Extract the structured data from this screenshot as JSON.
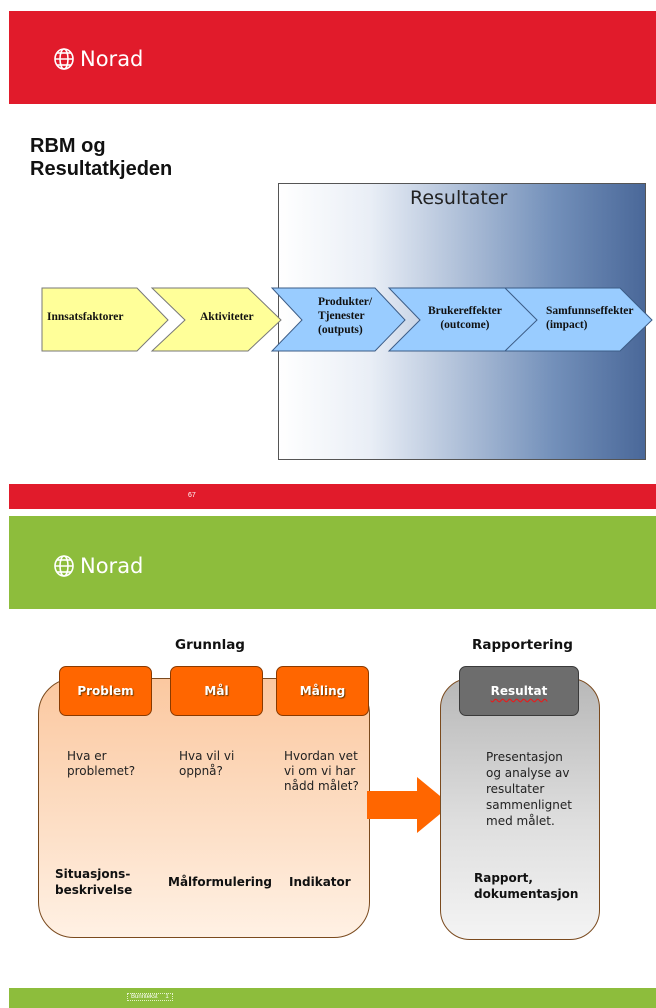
{
  "slide1": {
    "brand": "Norad",
    "title_line1": "RBM og",
    "title_line2": "Resultatkjeden",
    "results_label": "Resultater",
    "chain": [
      {
        "label": "Innsatsfaktorer"
      },
      {
        "label": "Aktiviteter"
      },
      {
        "label": "Produkter/\nTjenester\n(outputs)"
      },
      {
        "label": "Brukereffekter\n(outcome)"
      },
      {
        "label": "Samfunnseffekter\n(impact)"
      }
    ],
    "footer_number": "67",
    "colors": {
      "brand_red": "#e11b2b",
      "yellow": "#ffff99",
      "blue": "#99ccff",
      "gradient_dark": "#4a6899"
    }
  },
  "slide2": {
    "brand": "Norad",
    "left_heading": "Grunnlag",
    "right_heading": "Rapportering",
    "tabs": [
      {
        "label": "Problem",
        "question": "Hva er\nproblemet?",
        "bottom": "Situasjons-\nbeskrivelse"
      },
      {
        "label": "Mål",
        "question": "Hva vil vi\noppnå?",
        "bottom": "Målformulering"
      },
      {
        "label": "Måling",
        "question": "Hvordan vet\nvi om vi har\nnådd målet?",
        "bottom": "Indikator"
      }
    ],
    "result_tab": "Resultat",
    "result_text": "Presentasjon\nog analyse av\nresultater\nsammenlignet\nmed målet.",
    "result_bottom": "Rapport,\ndokumentasjon",
    "footer_text": "Bunntekst",
    "footer_number": "1",
    "colors": {
      "brand_green": "#8dbd3c",
      "orange": "#ff6600",
      "gray": "#6d6d6d"
    }
  }
}
